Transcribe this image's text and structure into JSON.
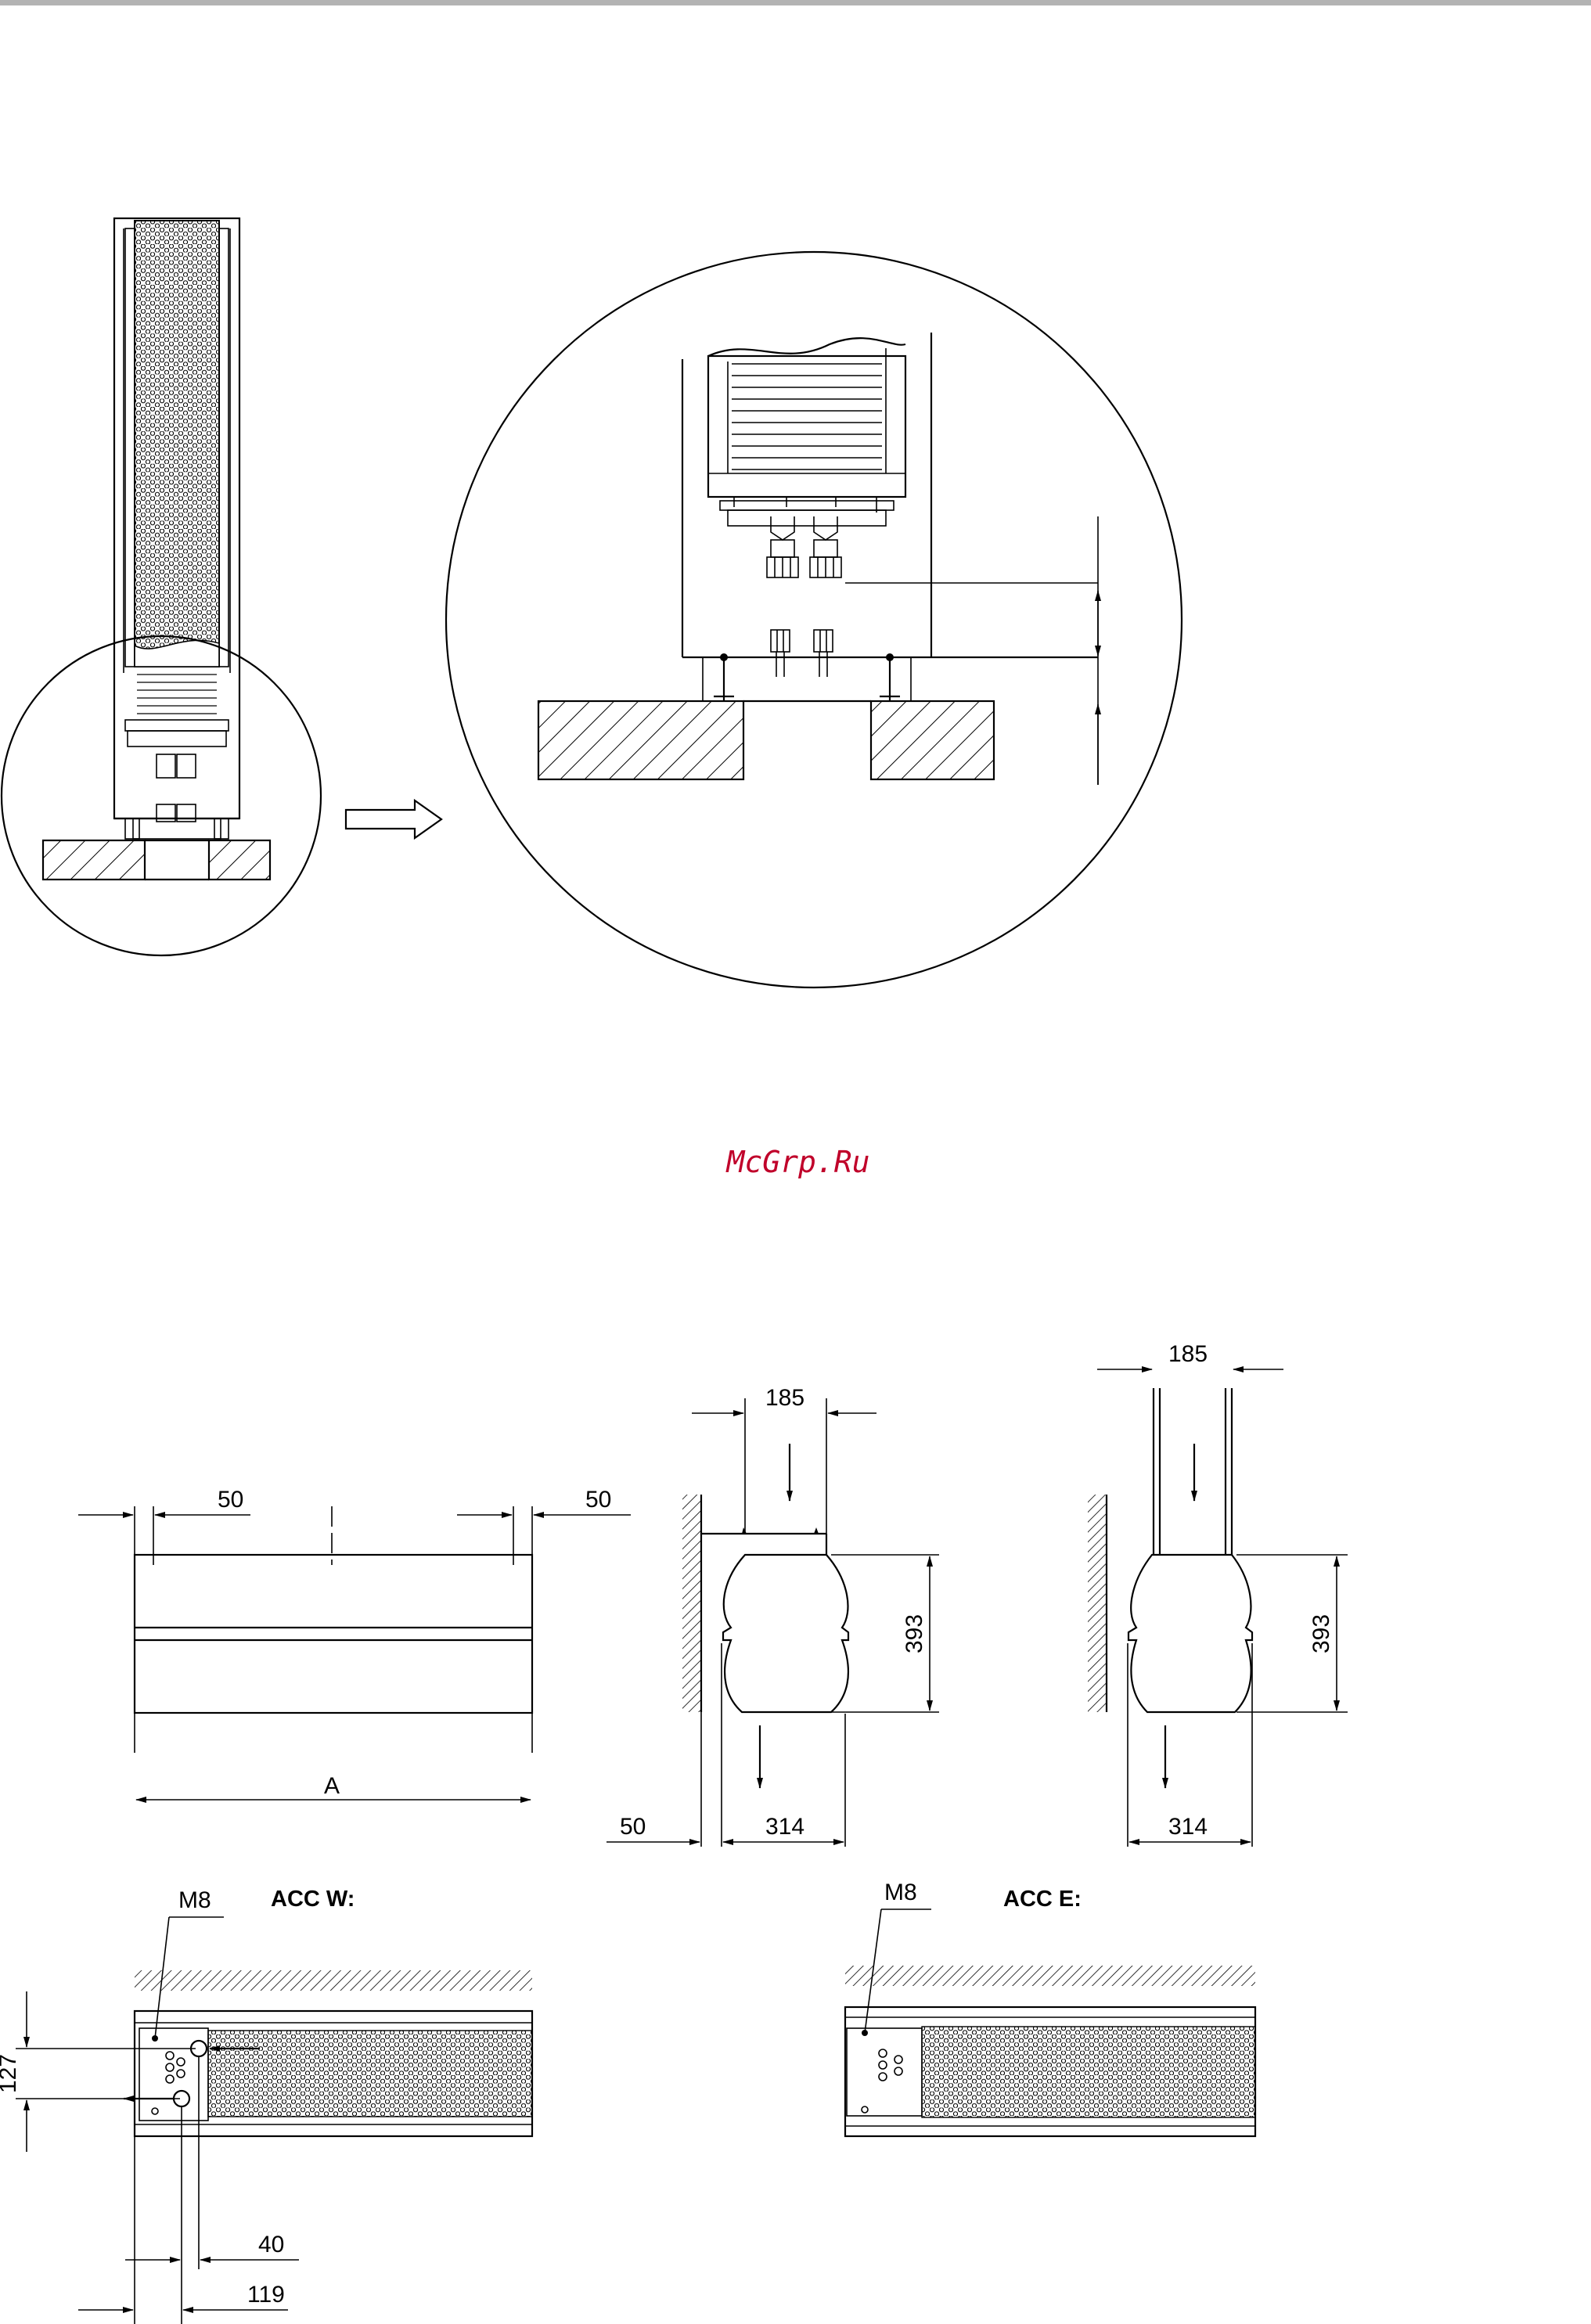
{
  "watermark": "McGrp.Ru",
  "dimensions": {
    "top_left_gap": "50",
    "top_right_gap": "50",
    "length_label": "A",
    "side_mid_width": "185",
    "side_mid_height": "393",
    "side_mid_wall_gap": "50",
    "side_mid_depth": "314",
    "side_right_width": "185",
    "side_right_height": "393",
    "side_right_depth": "314",
    "bottom_height": "127",
    "bottom_offset_1": "40",
    "bottom_offset_2": "119"
  },
  "labels": {
    "thread_left": "M8",
    "thread_right": "M8",
    "variant_w": "ACC W:",
    "variant_e": "ACC E:"
  }
}
